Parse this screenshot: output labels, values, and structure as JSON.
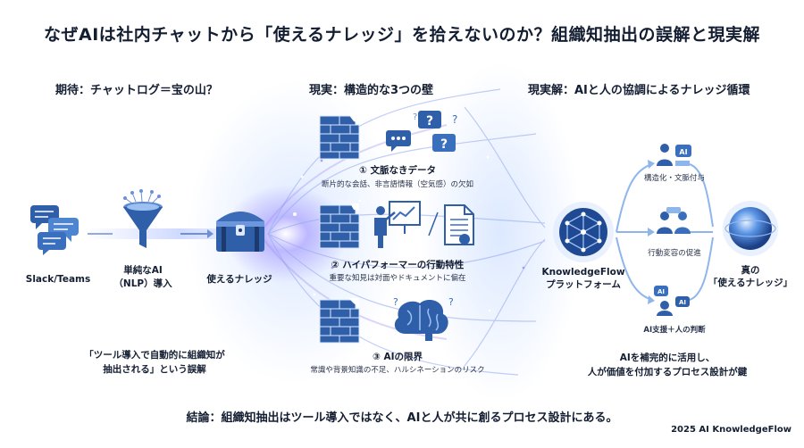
{
  "title": "なぜAIは社内チャットから「使えるナレッジ」を拾えないのか？組織知抽出の誤解と現実解",
  "sections": {
    "left": "期待：チャットログ＝宝の山？",
    "middle": "現実：構造的な3つの壁",
    "right": "現実解：AIと人の協調によるナレッジ循環"
  },
  "left": {
    "chat_label": "Slack/Teams",
    "nlp_label_1": "単純なAI",
    "nlp_label_2": "（NLP）導入",
    "chest_label": "使えるナレッジ",
    "note_1": "「ツール導入で自動的に組織知が",
    "note_2": "抽出される」という誤解"
  },
  "walls": [
    {
      "title": "① 文脈なきデータ",
      "desc": "断片的な会話、非言語情報（空気感）の欠如"
    },
    {
      "title": "② ハイパフォーマーの行動特性",
      "desc": "重要な知見は対面やドキュメントに偏在"
    },
    {
      "title": "③ AIの限界",
      "desc": "常識や背景知識の不足、ハルシネーションのリスク"
    }
  ],
  "right": {
    "platform_1": "KnowledgeFlow",
    "platform_2": "プラットフォーム",
    "steps": [
      "構造化・文脈付与",
      "行動変容の促進",
      "AI支援＋人の判断"
    ],
    "ai_badge": "AI",
    "true_1": "真の",
    "true_2": "「使えるナレッジ」",
    "note_1": "AIを補完的に活用し、",
    "note_2": "人が価値を付加するプロセス設計が鍵"
  },
  "conclusion": "結論：組織知抽出はツール導入ではなく、AIと人が共に創るプロセス設計にある。",
  "footer": "2025 AI KnowledgeFlow",
  "colors": {
    "navy": "#1d3a6e",
    "blue": "#3f6fb8",
    "light_blue": "#8fb6ec",
    "glow": "#9c8cf0",
    "text": "#141e32"
  },
  "icons": [
    "chat-bubbles-icon",
    "funnel-icon",
    "treasure-chest-icon",
    "brick-wall-icon",
    "question-bubbles-icon",
    "presenter-icon",
    "document-icon",
    "brain-icon",
    "network-cube-icon",
    "people-ai-icon",
    "sphere-icon"
  ]
}
